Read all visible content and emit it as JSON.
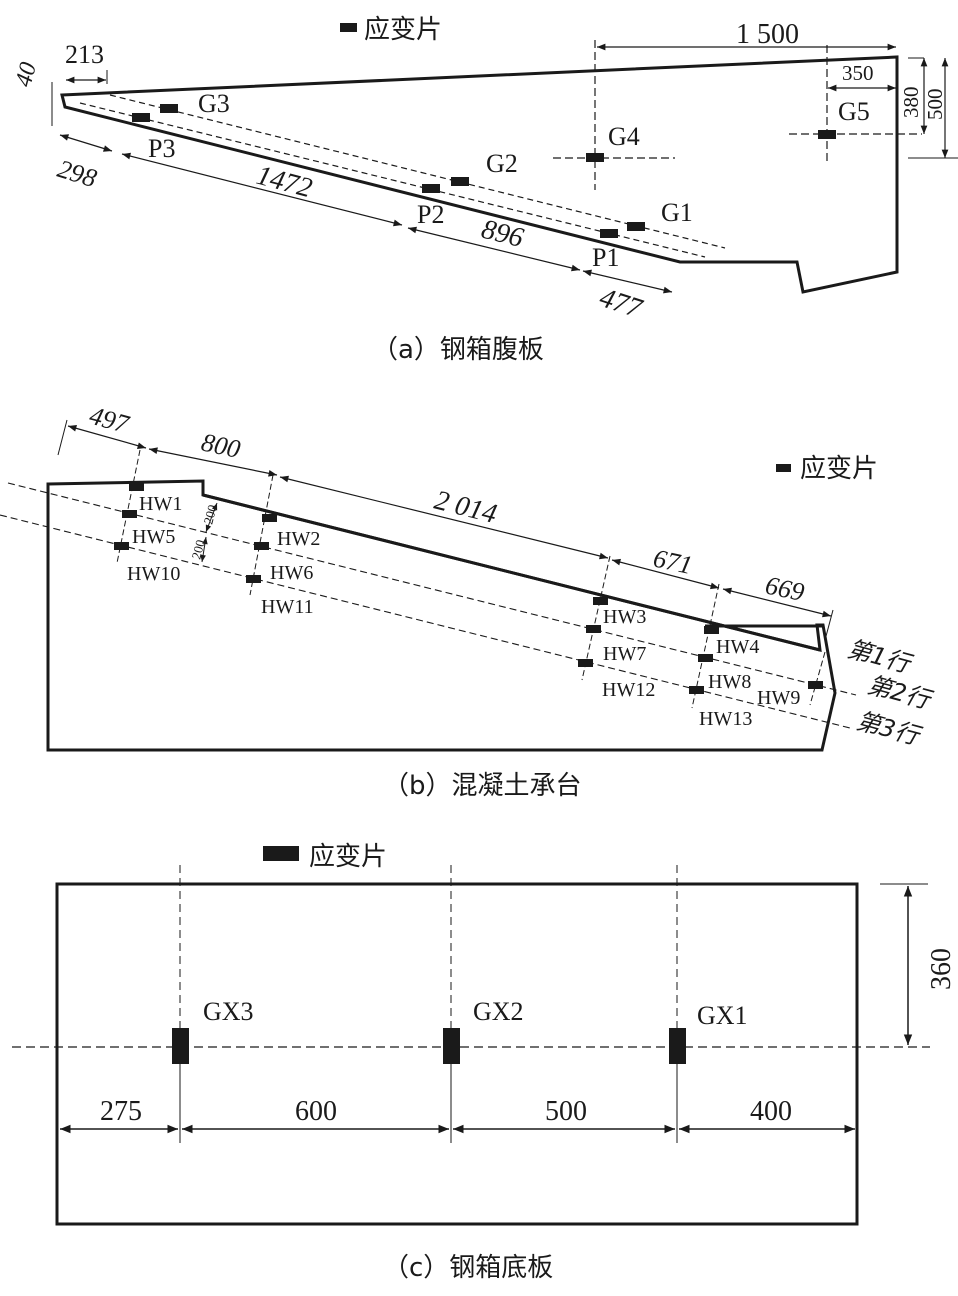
{
  "legend_label": "应变片",
  "panel_a": {
    "caption": "（a）钢箱腹板",
    "gauges": [
      "G1",
      "G2",
      "G3",
      "G4",
      "G5"
    ],
    "points": [
      "P1",
      "P2",
      "P3"
    ],
    "dims": {
      "d40": "40",
      "d213": "213",
      "d298": "298",
      "d1472": "1472",
      "d896": "896",
      "d477": "477",
      "d1500": "1 500",
      "d350": "350",
      "d380": "380",
      "d500": "500"
    }
  },
  "panel_b": {
    "caption": "（b）混凝土承台",
    "gauges": [
      "HW1",
      "HW2",
      "HW3",
      "HW4",
      "HW5",
      "HW6",
      "HW7",
      "HW8",
      "HW9",
      "HW10",
      "HW11",
      "HW12",
      "HW13"
    ],
    "rows": [
      "第1行",
      "第2行",
      "第3行"
    ],
    "dims": {
      "d497": "497",
      "d800": "800",
      "d2014": "2 014",
      "d671": "671",
      "d669": "669",
      "d200a": "200",
      "d200b": "200"
    }
  },
  "panel_c": {
    "caption": "（c）钢箱底板",
    "gauges": [
      "GX3",
      "GX2",
      "GX1"
    ],
    "dims": {
      "d275": "275",
      "d600": "600",
      "d500": "500",
      "d400": "400",
      "d360": "360"
    }
  }
}
